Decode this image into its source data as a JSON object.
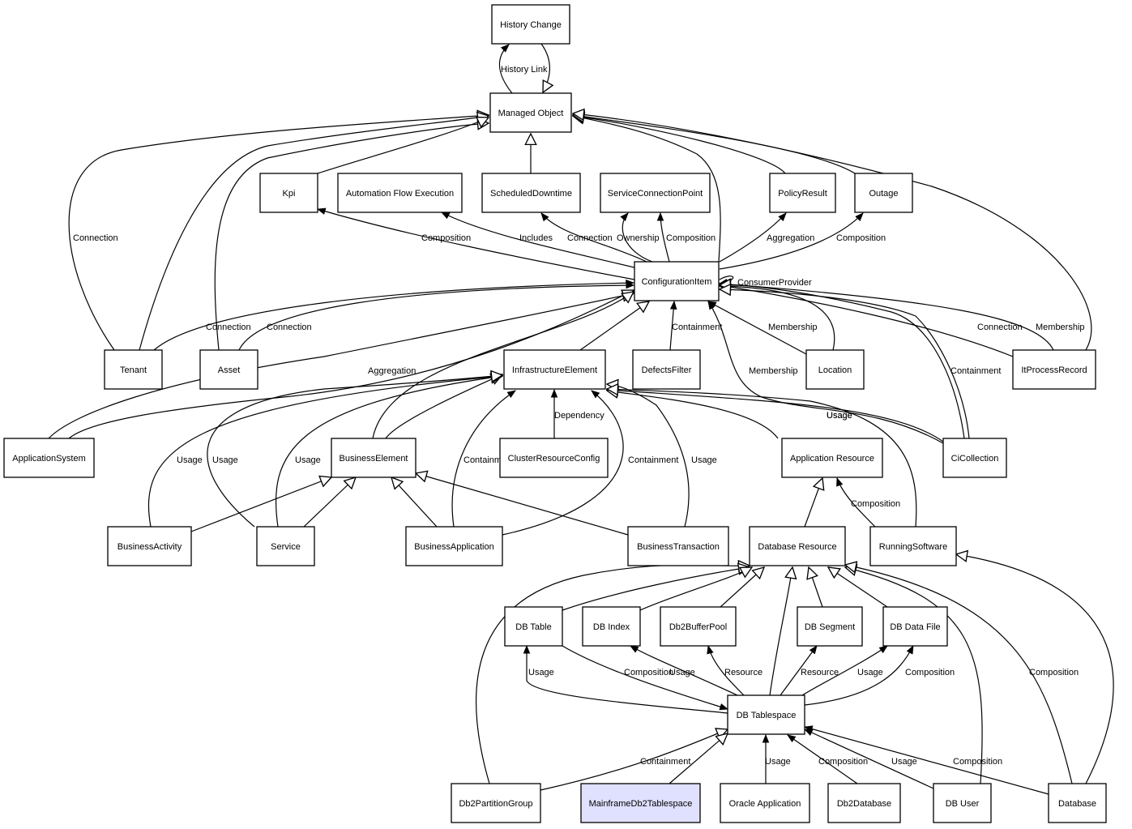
{
  "diagram": {
    "type": "class-relationship-graph",
    "highlight_color": "#e0e0ff",
    "default_fill": "#ffffff",
    "nodes": [
      {
        "id": "history_change",
        "label": "History Change"
      },
      {
        "id": "managed_object",
        "label": "Managed Object"
      },
      {
        "id": "kpi",
        "label": "Kpi"
      },
      {
        "id": "automation_flow",
        "label": "Automation Flow Execution"
      },
      {
        "id": "scheduled_downtime",
        "label": "ScheduledDowntime"
      },
      {
        "id": "service_connection_point",
        "label": "ServiceConnectionPoint"
      },
      {
        "id": "policy_result",
        "label": "PolicyResult"
      },
      {
        "id": "outage",
        "label": "Outage"
      },
      {
        "id": "configuration_item",
        "label": "ConfigurationItem"
      },
      {
        "id": "tenant",
        "label": "Tenant"
      },
      {
        "id": "asset",
        "label": "Asset"
      },
      {
        "id": "infrastructure_element",
        "label": "InfrastructureElement"
      },
      {
        "id": "defects_filter",
        "label": "DefectsFilter"
      },
      {
        "id": "location",
        "label": "Location"
      },
      {
        "id": "it_process_record",
        "label": "ItProcessRecord"
      },
      {
        "id": "application_system",
        "label": "ApplicationSystem"
      },
      {
        "id": "business_element",
        "label": "BusinessElement"
      },
      {
        "id": "cluster_resource_config",
        "label": "ClusterResourceConfig"
      },
      {
        "id": "application_resource",
        "label": "Application Resource"
      },
      {
        "id": "ci_collection",
        "label": "CiCollection"
      },
      {
        "id": "business_activity",
        "label": "BusinessActivity"
      },
      {
        "id": "service",
        "label": "Service"
      },
      {
        "id": "business_application",
        "label": "BusinessApplication"
      },
      {
        "id": "business_transaction",
        "label": "BusinessTransaction"
      },
      {
        "id": "database_resource",
        "label": "Database Resource"
      },
      {
        "id": "running_software",
        "label": "RunningSoftware"
      },
      {
        "id": "db_table",
        "label": "DB Table"
      },
      {
        "id": "db_index",
        "label": "DB Index"
      },
      {
        "id": "db2_buffer_pool",
        "label": "Db2BufferPool"
      },
      {
        "id": "db_segment",
        "label": "DB Segment"
      },
      {
        "id": "db_data_file",
        "label": "DB Data File"
      },
      {
        "id": "db_tablespace",
        "label": "DB Tablespace"
      },
      {
        "id": "db2_partition_group",
        "label": "Db2PartitionGroup"
      },
      {
        "id": "mainframe_db2_tablespace",
        "label": "MainframeDb2Tablespace",
        "highlighted": true
      },
      {
        "id": "oracle_application",
        "label": "Oracle Application"
      },
      {
        "id": "db2_database",
        "label": "Db2Database"
      },
      {
        "id": "db_user",
        "label": "DB User"
      },
      {
        "id": "database",
        "label": "Database"
      }
    ],
    "edge_labels": [
      "History Link",
      "Connection",
      "Composition",
      "Includes",
      "Connection",
      "Ownership",
      "Composition",
      "Aggregation",
      "Composition",
      "ConsumerProvider",
      "Connection",
      "Connection",
      "Containment",
      "Membership",
      "Connection",
      "Membership",
      "Aggregation",
      "Membership",
      "Containment",
      "Usage",
      "Dependency",
      "Usage",
      "Usage",
      "Containment",
      "Usage",
      "Usage",
      "Containment",
      "Usage",
      "Composition",
      "Composition",
      "Usage",
      "Composition",
      "Usage",
      "Resource",
      "Resource",
      "Usage",
      "Composition",
      "Containment",
      "Usage",
      "Composition",
      "Usage",
      "Composition"
    ]
  }
}
